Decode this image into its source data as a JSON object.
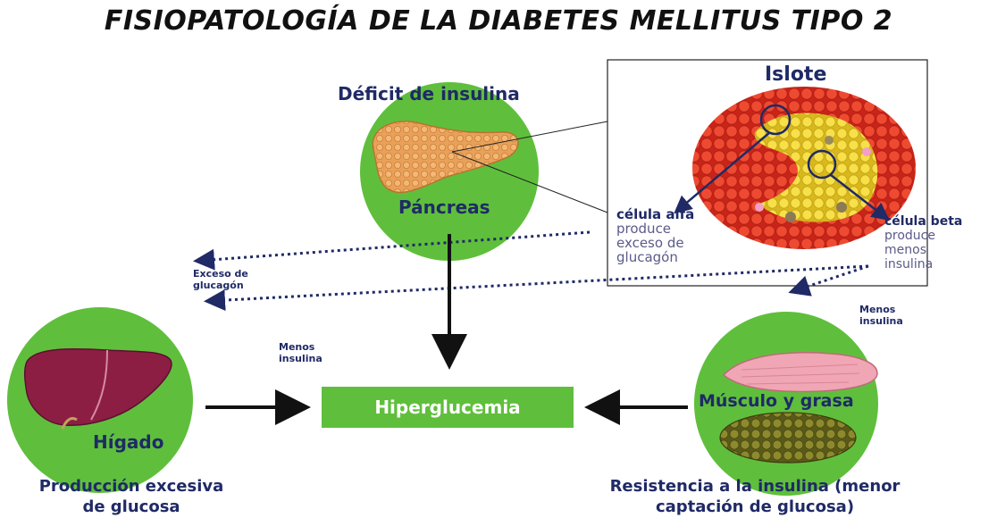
{
  "title": "FISIOPATOLOGÍA DE LA DIABETES MELLITUS TIPO 2",
  "pancreas": {
    "heading": "Déficit de insulina",
    "label": "Páncreas"
  },
  "islote": {
    "title": "Islote",
    "alpha": {
      "head": "célula alfa",
      "line1": "produce",
      "line2": "exceso de",
      "line3": "glucagón"
    },
    "beta": {
      "head": "célula beta",
      "line1": "produce",
      "line2": "menos",
      "line3": "insulina"
    }
  },
  "arrows": {
    "exceso": {
      "line1": "Exceso de",
      "line2": "glucagón"
    },
    "menos_left": {
      "line1": "Menos",
      "line2": "insulina"
    },
    "menos_right": {
      "line1": "Menos",
      "line2": "insulina"
    }
  },
  "center": {
    "label": "Hiperglucemia"
  },
  "liver": {
    "label": "Hígado",
    "caption_line1": "Producción excesiva",
    "caption_line2": "de glucosa"
  },
  "muscle": {
    "label": "Músculo y grasa",
    "caption_line1": "Resistencia a la insulina (menor",
    "caption_line2": "captación de glucosa)"
  },
  "colors": {
    "green": "#5fbf3c",
    "navy": "#1f2a66",
    "red": "#e23b2b",
    "yellow": "#f3d834"
  }
}
